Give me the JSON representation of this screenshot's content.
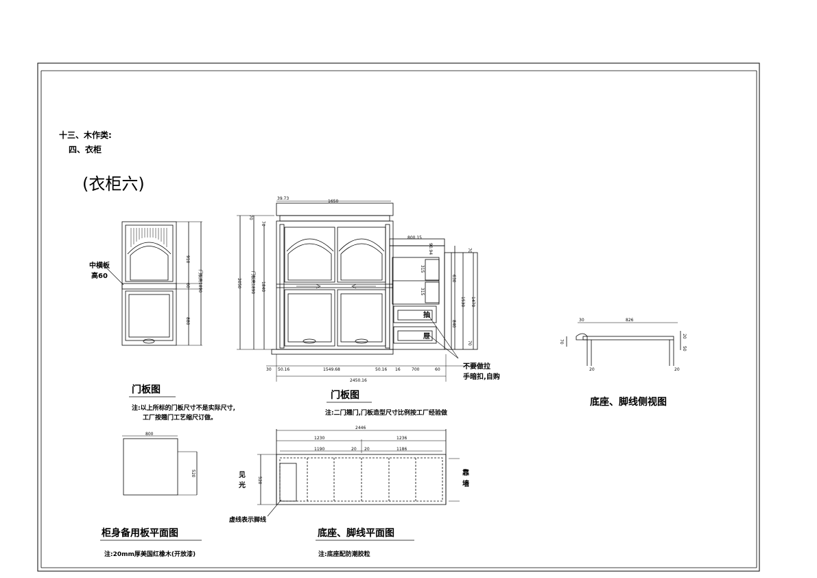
{
  "header": {
    "line1": "十三、木作类:",
    "line2": "四、衣柜",
    "title": "(衣柜六)"
  },
  "door_panel": {
    "label_middle": "中横板",
    "label_middle2": "高60",
    "dims": {
      "upper": "910",
      "mid": "60",
      "lower": "880",
      "total": "门板高1890"
    },
    "caption": "门板图",
    "note1": "注:以上所标的门板尺寸不是实际尺寸,",
    "note2": "工厂按翘门工艺缩尺订做。"
  },
  "front_elevation": {
    "dims": {
      "top_offset": "39.73",
      "top_width": "1650",
      "h_total": "2050",
      "h_door": "门板高1890",
      "h_inner": "1840",
      "h_top": "70",
      "h_top2": "70",
      "side_width": "800.15",
      "side_top": "90.94",
      "side_h1": "315",
      "side_h2": "315",
      "side_h3": "630",
      "side_h4": "840",
      "side_h5": "1530",
      "side_h6": "1470",
      "side_h7": "70",
      "side_h8": "70",
      "bottom_30": "30",
      "bottom_a": "50.16",
      "bottom_main": "1549.68",
      "bottom_b": "50.16",
      "bottom_c": "16",
      "bottom_700": "700",
      "bottom_60": "60",
      "bottom_total": "2450.16"
    },
    "drawer1": "抽",
    "drawer2": "屉",
    "callout1": "不要做拉",
    "callout2": "手暗扣,自购",
    "caption": "门板图",
    "note": "注:二门翘门,门板造型尺寸比例按工厂经验做"
  },
  "base_side": {
    "dims": {
      "left": "30",
      "top": "826",
      "h": "70",
      "r1": "20",
      "r2": "50",
      "b1": "20",
      "b2": "20"
    },
    "caption": "底座、脚线侧视图"
  },
  "spare_panel": {
    "dims": {
      "w": "800",
      "h": "520"
    },
    "caption": "柜身备用板平面图",
    "note": "注:20mm厚美国红橡木(开放漆)"
  },
  "base_plan": {
    "dims": {
      "total": "2446",
      "left": "1230",
      "right": "1236",
      "l2": "1190",
      "m1": "20",
      "m2": "20",
      "r2": "1186",
      "h": "520"
    },
    "left_label1": "见",
    "left_label2": "光",
    "right_label1": "靠",
    "right_label2": "墙",
    "dashed_note": "虚线表示脚线",
    "caption": "底座、脚线平面图",
    "note": "注:底座配防潮胶粒"
  }
}
